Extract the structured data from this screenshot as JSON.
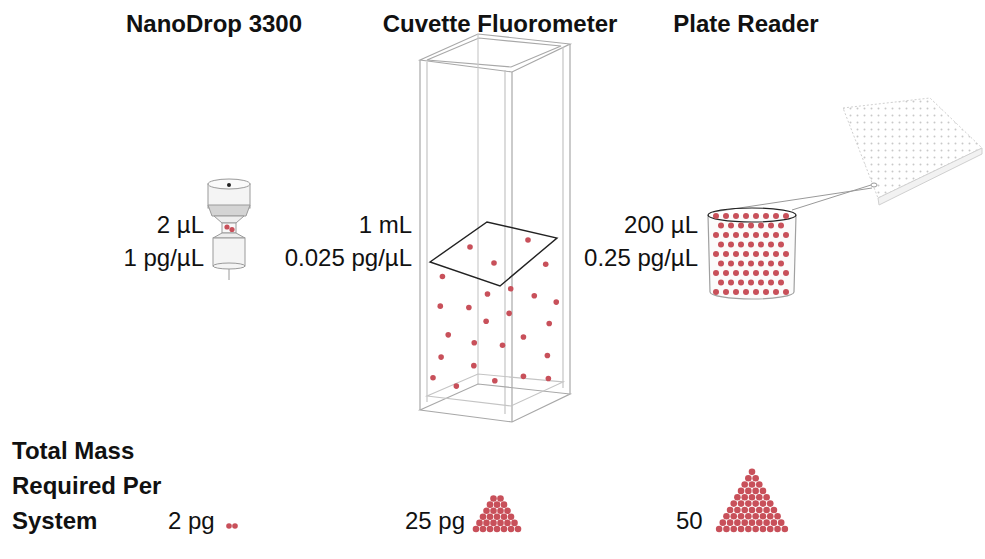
{
  "diagram": {
    "labels": [
      "NanoDrop 3300",
      "Cuvette Fluorometer",
      "Plate Reader",
      "2 µL",
      "1 pg/µL",
      "1 mL",
      "0.025 pg/µL",
      "200 µL",
      "0.25 pg/µL",
      "Total Mass Required Per System",
      "2 pg",
      "25 pg",
      "50"
    ]
  }
}
